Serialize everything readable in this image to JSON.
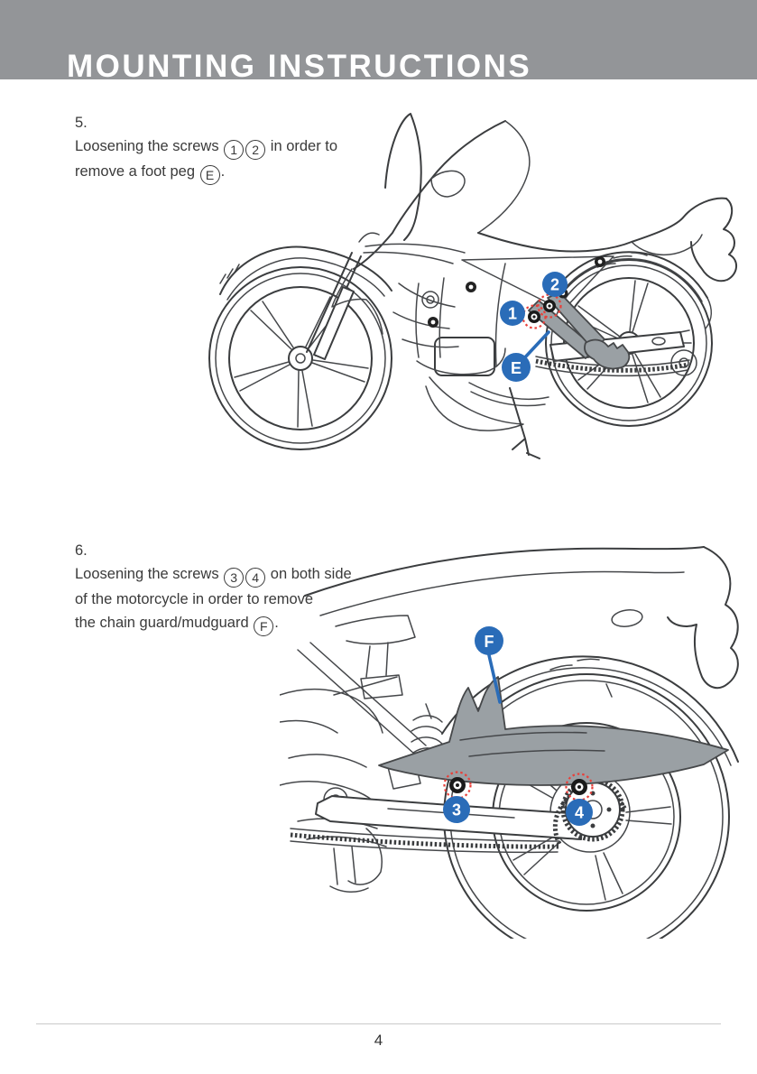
{
  "header": {
    "title": "MOUNTING INSTRUCTIONS"
  },
  "steps": [
    {
      "number": "5.",
      "s1": "Loosening the screws ",
      "b1": "1",
      "b2": "2",
      "s2": " in order to",
      "s3": "remove a foot peg ",
      "b3": "E",
      "s4": "."
    },
    {
      "number": "6.",
      "s1": "Loosening the screws ",
      "b1": "3",
      "b2": "4",
      "s2": " on both side",
      "s3": "of the motorcycle in order to remove",
      "s4": "the chain guard/mudguard ",
      "b5": "F",
      "s5": "."
    }
  ],
  "figures": {
    "step5": {
      "description": "motorcycle side view with foot peg bracket highlighted",
      "markers": {
        "m1": "1",
        "m2": "2",
        "mE": "E"
      }
    },
    "step6": {
      "description": "motorcycle rear section with chain guard and mudguard highlighted",
      "markers": {
        "mF": "F",
        "m3": "3",
        "m4": "4"
      }
    }
  },
  "footer": {
    "page_number": "4"
  },
  "colors": {
    "banner_gray": "#939598",
    "accent_blue": "#2a6cb8",
    "highlight_red": "#e8403a",
    "part_gray": "#9aa0a4",
    "line_dark": "#3b3d3f",
    "text": "#3a3a3a"
  }
}
